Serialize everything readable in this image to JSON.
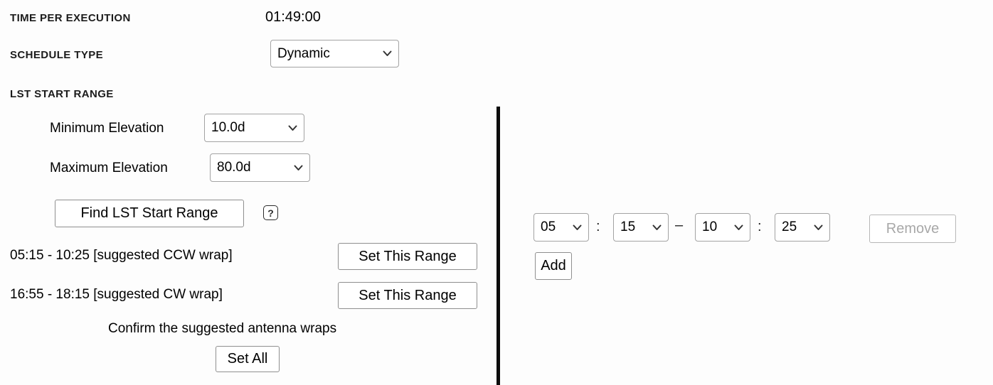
{
  "header": {
    "time_per_execution_label": "TIME PER EXECUTION",
    "time_per_execution_value": "01:49:00",
    "schedule_type_label": "SCHEDULE TYPE",
    "schedule_type_value": "Dynamic"
  },
  "lst": {
    "section_label": "LST START RANGE",
    "min_elevation_label": "Minimum Elevation",
    "min_elevation_value": "10.0d",
    "max_elevation_label": "Maximum Elevation",
    "max_elevation_value": "80.0d",
    "find_button_label": "Find LST Start Range",
    "help_icon": "?",
    "suggestions": [
      {
        "text": "05:15 - 10:25 [suggested CCW wrap]",
        "button_label": "Set This Range"
      },
      {
        "text": "16:55 - 18:15 [suggested CW wrap]",
        "button_label": "Set This Range"
      }
    ],
    "confirm_text": "Confirm the suggested antenna wraps",
    "set_all_button_label": "Set All"
  },
  "range_editor": {
    "start_hour": "05",
    "start_minute": "15",
    "end_hour": "10",
    "end_minute": "25",
    "colon": ":",
    "dash": "–",
    "remove_button_label": "Remove",
    "add_button_label": "Add"
  }
}
